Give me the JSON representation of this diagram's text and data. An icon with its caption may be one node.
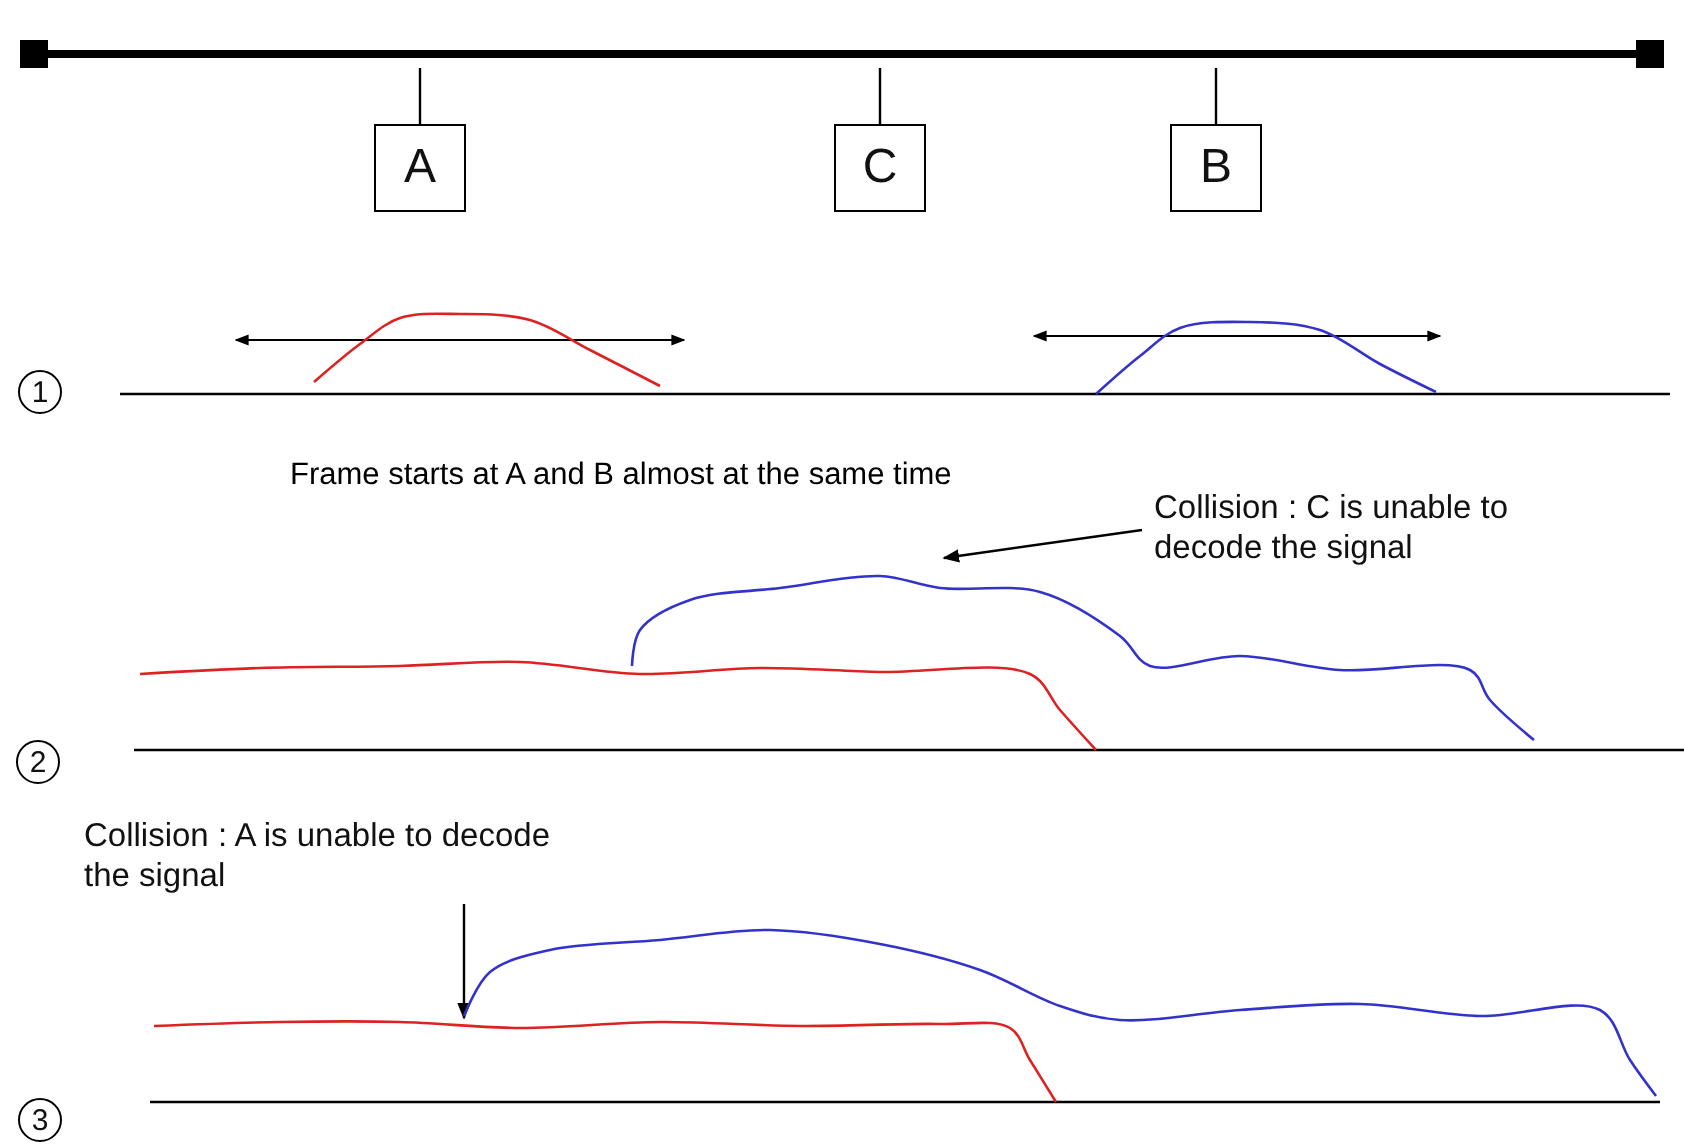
{
  "diagram": {
    "nodes": [
      {
        "text": [],
        "shape": "bar"
      },
      {
        "text": [
          "A"
        ]
      },
      {
        "text": [
          "C"
        ]
      },
      {
        "text": [
          "B"
        ]
      },
      {
        "text": [
          "1"
        ]
      },
      {
        "text": [
          "Collision : C is unable to decode the signal"
        ]
      },
      {
        "text": [
          "2"
        ]
      },
      {
        "text": [
          "Collision : A is unable to decode the signal"
        ]
      },
      {
        "text": [
          "3"
        ]
      }
    ],
    "edges": [
      {
        "from": 0,
        "to": 1,
        "arrow": "none"
      },
      {
        "from": 0,
        "to": 2,
        "arrow": "none"
      },
      {
        "from": 0,
        "to": 3,
        "arrow": "none"
      },
      {
        "from": 5,
        "to": null,
        "arrow": "to"
      },
      {
        "from": 7,
        "to": null,
        "arrow": "to"
      }
    ],
    "labels": [
      "Frame starts at A and B almost at the same time"
    ]
  }
}
